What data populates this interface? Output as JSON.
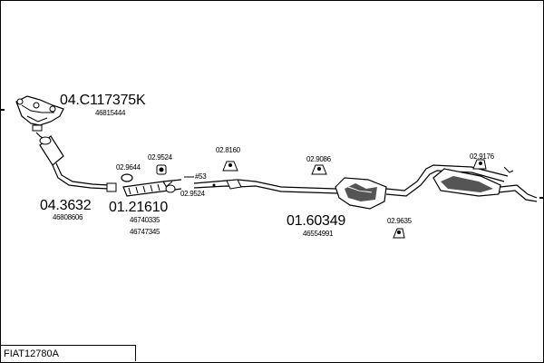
{
  "diagram": {
    "caption": "FIAT12780A",
    "parts": {
      "manifold": {
        "code": "04.C117375K",
        "ref": "46815444"
      },
      "downpipe": {
        "code": "04.3632",
        "ref": "46808606"
      },
      "flexpipe": {
        "code": "01.21610",
        "ref1": "46740335",
        "ref2": "46747345"
      },
      "rear_section": {
        "code": "01.60349",
        "ref": "46554991"
      },
      "gasket": {
        "code": "02.9644"
      },
      "mount_front": {
        "code": "02.9524"
      },
      "clamp": {
        "code": "02.9524"
      },
      "hanger_1": {
        "code": "02.8160"
      },
      "hanger_2": {
        "code": "02.9086"
      },
      "hanger_3": {
        "code": "02.9635"
      },
      "hanger_4": {
        "code": "02.9176"
      },
      "marker": {
        "text": "#53"
      }
    }
  },
  "colors": {
    "line": "#000000",
    "fill": "#ffffff",
    "shade": "#555555"
  }
}
